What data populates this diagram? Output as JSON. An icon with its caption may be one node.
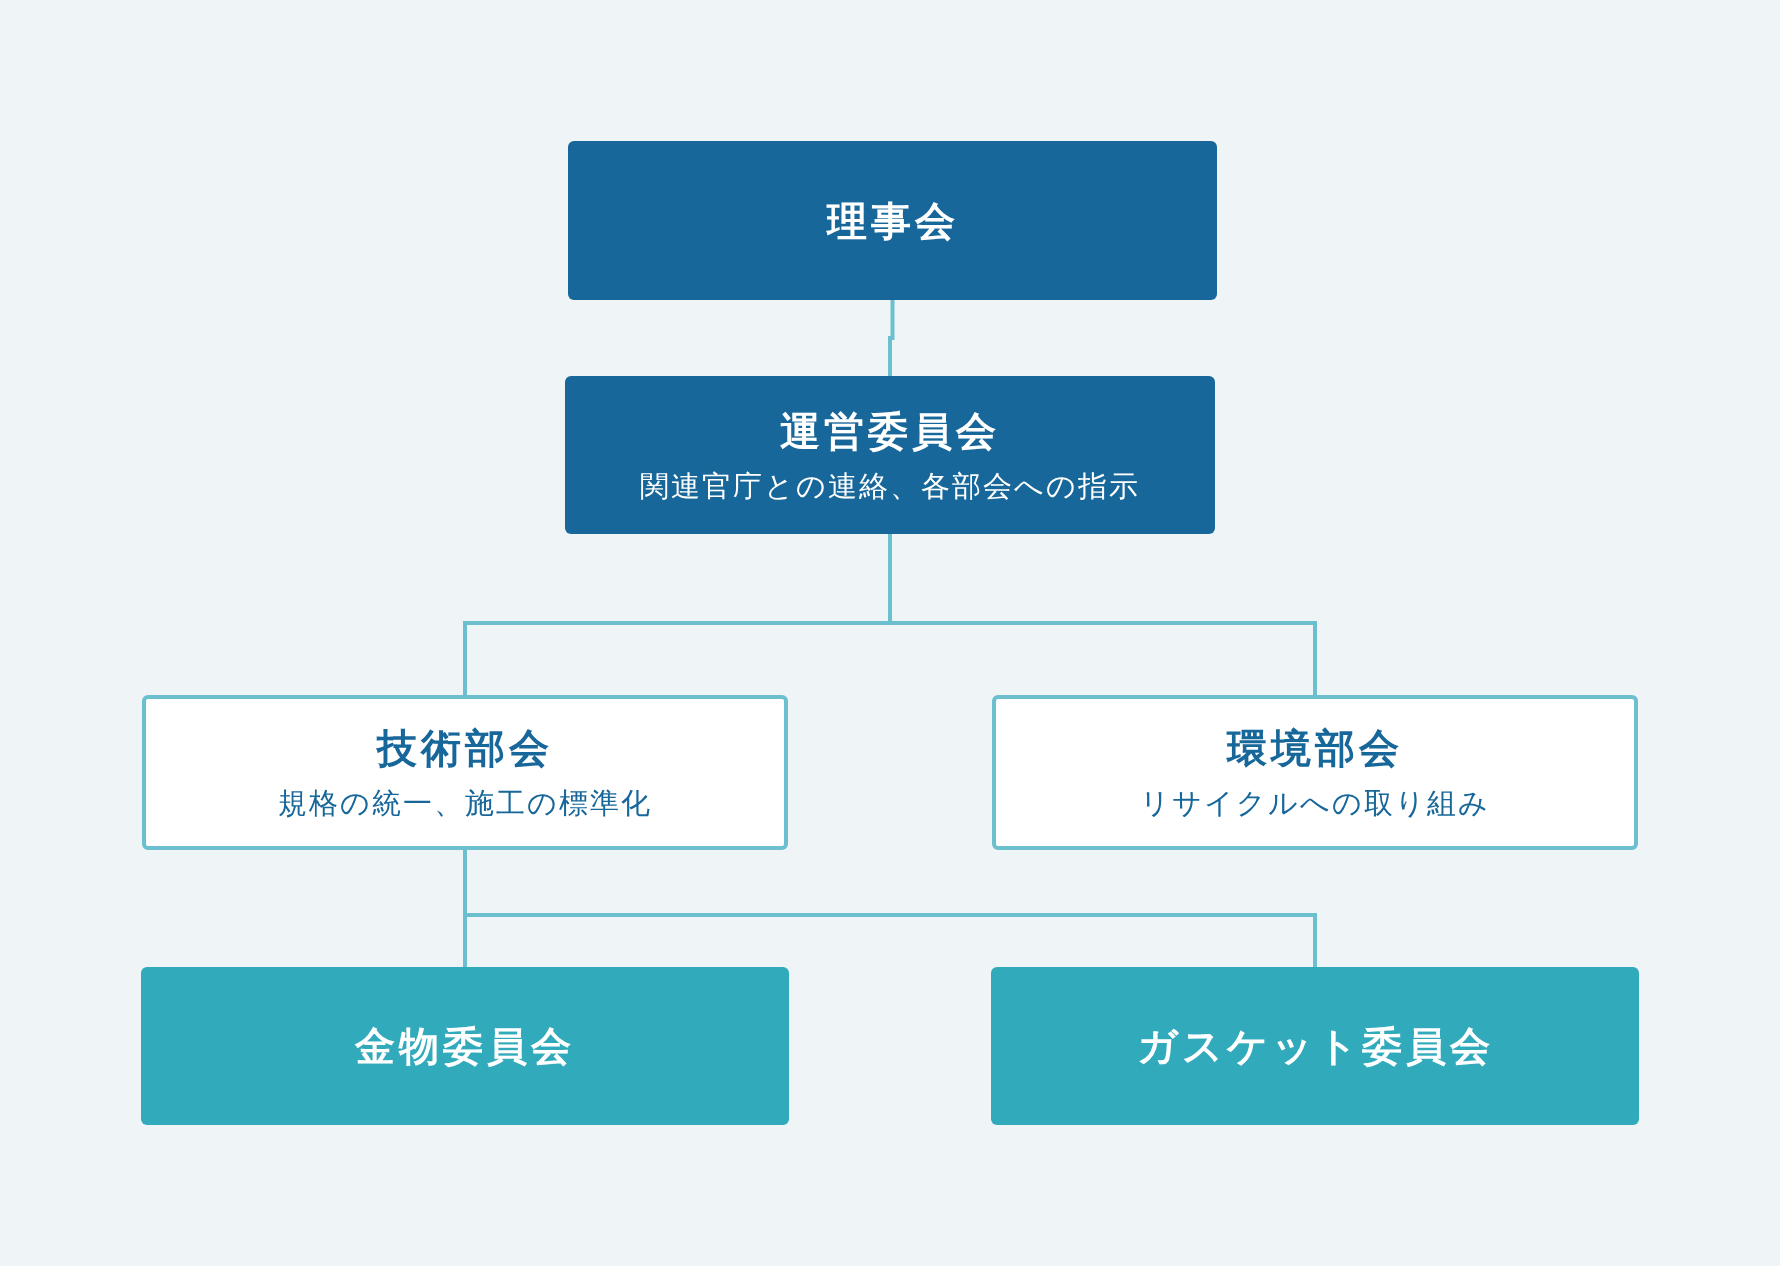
{
  "diagram": {
    "nodes": [
      {
        "text": [
          "理事会"
        ]
      },
      {
        "text": [
          "運営委員会",
          "関連官庁との連絡、各部会への指示"
        ]
      },
      {
        "text": [
          "技術部会",
          "規格の統一、施工の標準化"
        ]
      },
      {
        "text": [
          "環境部会",
          "リサイクルへの取り組み"
        ]
      },
      {
        "text": [
          "金物委員会"
        ]
      },
      {
        "text": [
          "ガスケット委員会"
        ]
      }
    ],
    "edges": [
      {
        "from": 0,
        "to": 1,
        "arrow": "none"
      },
      {
        "from": 1,
        "to": 2,
        "arrow": "none"
      },
      {
        "from": 1,
        "to": 3,
        "arrow": "none"
      },
      {
        "from": 2,
        "to": 4,
        "arrow": "none"
      },
      {
        "from": 2,
        "to": 5,
        "arrow": "none"
      }
    ]
  }
}
